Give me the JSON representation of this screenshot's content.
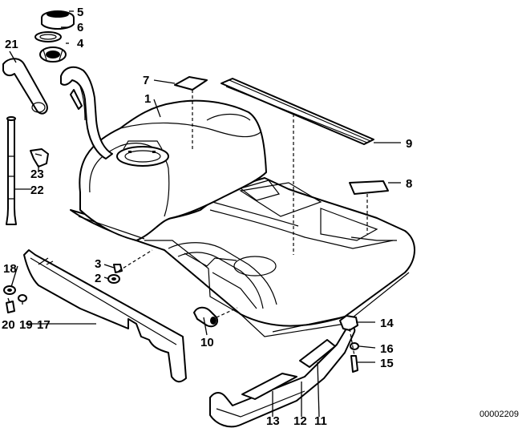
{
  "diagram": {
    "reference_code": "00002209",
    "callouts": [
      {
        "id": "c1",
        "label": "1"
      },
      {
        "id": "c2",
        "label": "2"
      },
      {
        "id": "c3",
        "label": "3"
      },
      {
        "id": "c4",
        "label": "4"
      },
      {
        "id": "c5",
        "label": "5"
      },
      {
        "id": "c6",
        "label": "6"
      },
      {
        "id": "c7",
        "label": "7"
      },
      {
        "id": "c8",
        "label": "8"
      },
      {
        "id": "c9",
        "label": "9"
      },
      {
        "id": "c10",
        "label": "10"
      },
      {
        "id": "c11",
        "label": "11"
      },
      {
        "id": "c12",
        "label": "12"
      },
      {
        "id": "c13",
        "label": "13"
      },
      {
        "id": "c14",
        "label": "14"
      },
      {
        "id": "c15",
        "label": "15"
      },
      {
        "id": "c16",
        "label": "16"
      },
      {
        "id": "c17",
        "label": "17"
      },
      {
        "id": "c18",
        "label": "18"
      },
      {
        "id": "c19",
        "label": "19"
      },
      {
        "id": "c20",
        "label": "20"
      },
      {
        "id": "c21",
        "label": "21"
      },
      {
        "id": "c22",
        "label": "22"
      },
      {
        "id": "c23",
        "label": "23"
      }
    ]
  }
}
